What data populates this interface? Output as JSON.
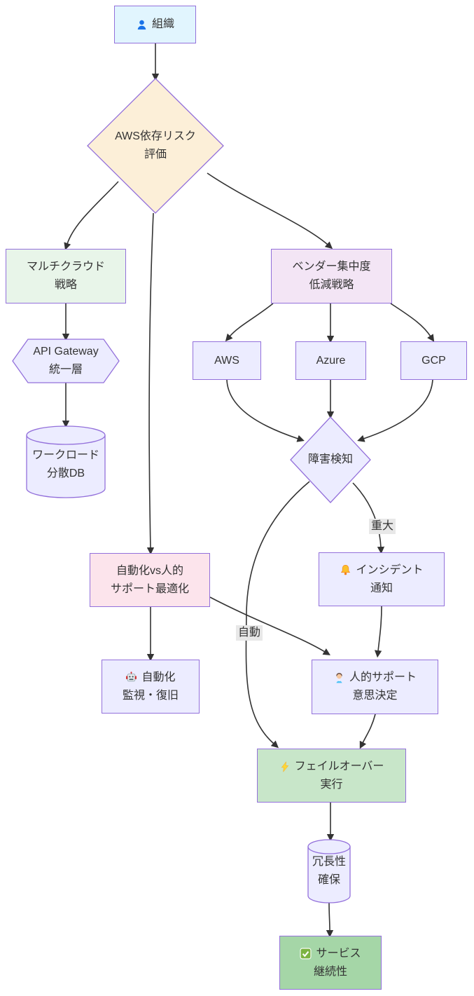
{
  "diagram_type": "flowchart",
  "colors": {
    "node_border": "#9370db",
    "edge": "#333333",
    "edge_label_bg": "#e8e8e8",
    "org_fill": "#e1f5fe",
    "decision_fill": "#fcefd8",
    "multi_cloud_fill": "#e8f5e9",
    "vendor_fill": "#f3e5f5",
    "default_fill": "#ececff",
    "optimization_fill": "#fce4ec",
    "failover_fill": "#c8e6c9",
    "service_fill": "#a5d6a7"
  },
  "nodes": {
    "org": {
      "icon": "person-icon",
      "label": "組織"
    },
    "risk": {
      "line1": "AWS依存リスク",
      "line2": "評価"
    },
    "multi_cloud": {
      "line1": "マルチクラウド",
      "line2": "戦略"
    },
    "api_gateway": {
      "line1": "API Gateway",
      "line2": "統一層"
    },
    "workload_db": {
      "line1": "ワークロード",
      "line2": "分散DB"
    },
    "vendor": {
      "line1": "ベンダー集中度",
      "line2": "低減戦略"
    },
    "aws": {
      "label": "AWS"
    },
    "azure": {
      "label": "Azure"
    },
    "gcp": {
      "label": "GCP"
    },
    "failure_detect": {
      "label": "障害検知"
    },
    "incident": {
      "icon": "bell-icon",
      "line1": "インシデント",
      "line2": "通知"
    },
    "optimization": {
      "line1": "自動化vs人的",
      "line2": "サポート最適化"
    },
    "auto_monitor": {
      "icon": "robot-icon",
      "line1": "自動化",
      "line2": "監視・復旧"
    },
    "human_support": {
      "icon": "office-worker-icon",
      "line1": "人的サポート",
      "line2": "意思決定"
    },
    "failover": {
      "icon": "lightning-icon",
      "line1": "フェイルオーバー",
      "line2": "実行"
    },
    "redundancy": {
      "line1": "冗長性",
      "line2": "確保"
    },
    "service": {
      "icon": "check-icon",
      "line1": "サービス",
      "line2": "継続性"
    }
  },
  "edge_labels": {
    "severe": "重大",
    "auto": "自動"
  }
}
